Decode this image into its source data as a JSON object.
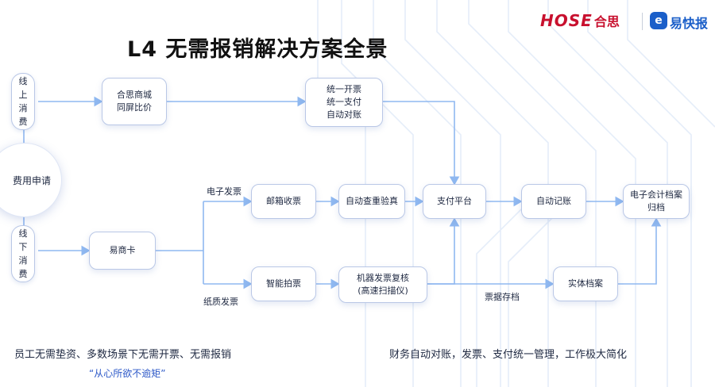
{
  "title": "L4 无需报销解决方案全景",
  "logo": {
    "hose_text": "HOSE",
    "hose_cn": "合思",
    "ykb_cn": "易快报"
  },
  "start": {
    "online_label": "线上消费",
    "online_chars": [
      "线",
      "上",
      "消",
      "费"
    ],
    "center": "费用申请",
    "offline_label": "线下消费",
    "offline_chars": [
      "线",
      "下",
      "消",
      "费"
    ]
  },
  "nodes": {
    "mall": [
      "合思商城",
      "同屏比价"
    ],
    "unified": [
      "统一开票",
      "统一支付",
      "自动对账"
    ],
    "card": "易商卡",
    "email": "邮箱收票",
    "verify": "自动查重验真",
    "pay": "支付平台",
    "booking": "自动记账",
    "earchive": [
      "电子会计档案",
      "归档"
    ],
    "photo": "智能拍票",
    "recheck": [
      "机器发票复核",
      "(高速扫描仪)"
    ],
    "physical": "实体档案"
  },
  "labels": {
    "e_invoice": "电子发票",
    "paper_invoice": "纸质发票",
    "storage": "票据存档"
  },
  "footer": {
    "left": "员工无需垫资、多数场景下无需开票、无需报销",
    "quote": "“从心所欲不逾矩”",
    "right": "财务自动对账，发票、支付统一管理，工作极大简化"
  },
  "colors": {
    "line": "#8fb8f0",
    "accent": "#2f6fd8",
    "bg_lines": "#e3ecfa",
    "hose_red": "#c8102e",
    "ykb_blue": "#1b5fc9"
  }
}
